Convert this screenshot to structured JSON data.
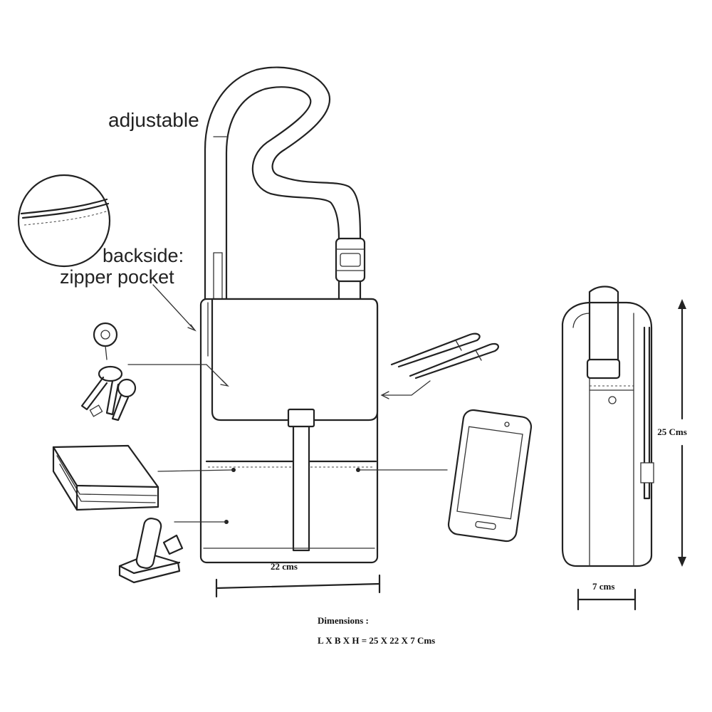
{
  "labels": {
    "strap": "adjustable",
    "backside_line1": "backside:",
    "backside_line2": "zipper pocket",
    "width": "22 cms",
    "depth": "7 cms",
    "height": "25 Cms",
    "dimensions_title": "Dimensions :",
    "dimensions_formula": "L X B X H = 25 X 22 X 7 Cms"
  },
  "icons": {
    "bag_front": "messenger-bag-front-icon",
    "bag_side": "messenger-bag-side-icon",
    "zipper_detail": "zipper-detail-icon",
    "keys": "keys-icon",
    "pens": "pens-icon",
    "wallet": "wallet-icon",
    "phone": "smartphone-icon",
    "lip_balm": "lip-balm-icon"
  }
}
